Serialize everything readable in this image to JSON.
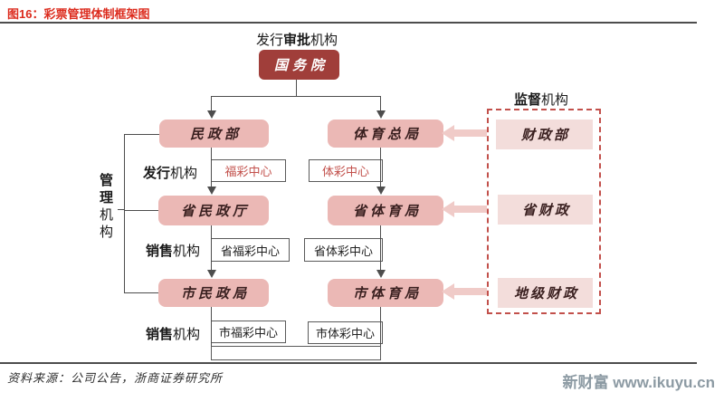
{
  "figure": {
    "title": "图16：彩票管理体制框架图",
    "source": "资料来源：公司公告，浙商证券研究所",
    "watermark": {
      "brand": "新财富",
      "url": "www.ikuyu.cn"
    }
  },
  "labels": {
    "issuance_approval": {
      "pre": "发行",
      "bold": "审批",
      "post": "机构"
    },
    "issuance": {
      "bold": "发行",
      "post": "机构"
    },
    "management": {
      "bold": "管理",
      "post": "机构"
    },
    "sales": {
      "bold": "销售",
      "post": "机构"
    },
    "supervision": {
      "bold": "监督",
      "post": "机构"
    }
  },
  "nodes": {
    "state_council": "国务院",
    "civil_affairs_ministry": "民政部",
    "sports_administration": "体育总局",
    "welfare_lottery_center": "福彩中心",
    "sports_lottery_center": "体彩中心",
    "provincial_civil_affairs": "省民政厅",
    "provincial_sports_bureau": "省体育局",
    "provincial_welfare_center": "省福彩中心",
    "provincial_sports_center": "省体彩中心",
    "municipal_civil_affairs": "市民政局",
    "municipal_sports_bureau": "市体育局",
    "municipal_welfare_center": "市福彩中心",
    "municipal_sports_center": "市体彩中心",
    "finance_ministry": "财政部",
    "provincial_finance": "省财政",
    "prefecture_finance": "地级财政"
  },
  "colors": {
    "title_red": "#DC2B1D",
    "dark_node_bg": "#A03E3A",
    "pink_node_bg": "#EBB8B5",
    "pink_node_text": "#3A2020",
    "light_pink_bg": "#F3DDDB",
    "dashed_border": "#C2504B",
    "sub_box_red_text": "#C2504B",
    "connector_line": "#4D4D4D",
    "block_arrow": "#F0CBC8",
    "watermark_gray": "#8C9AA3"
  }
}
